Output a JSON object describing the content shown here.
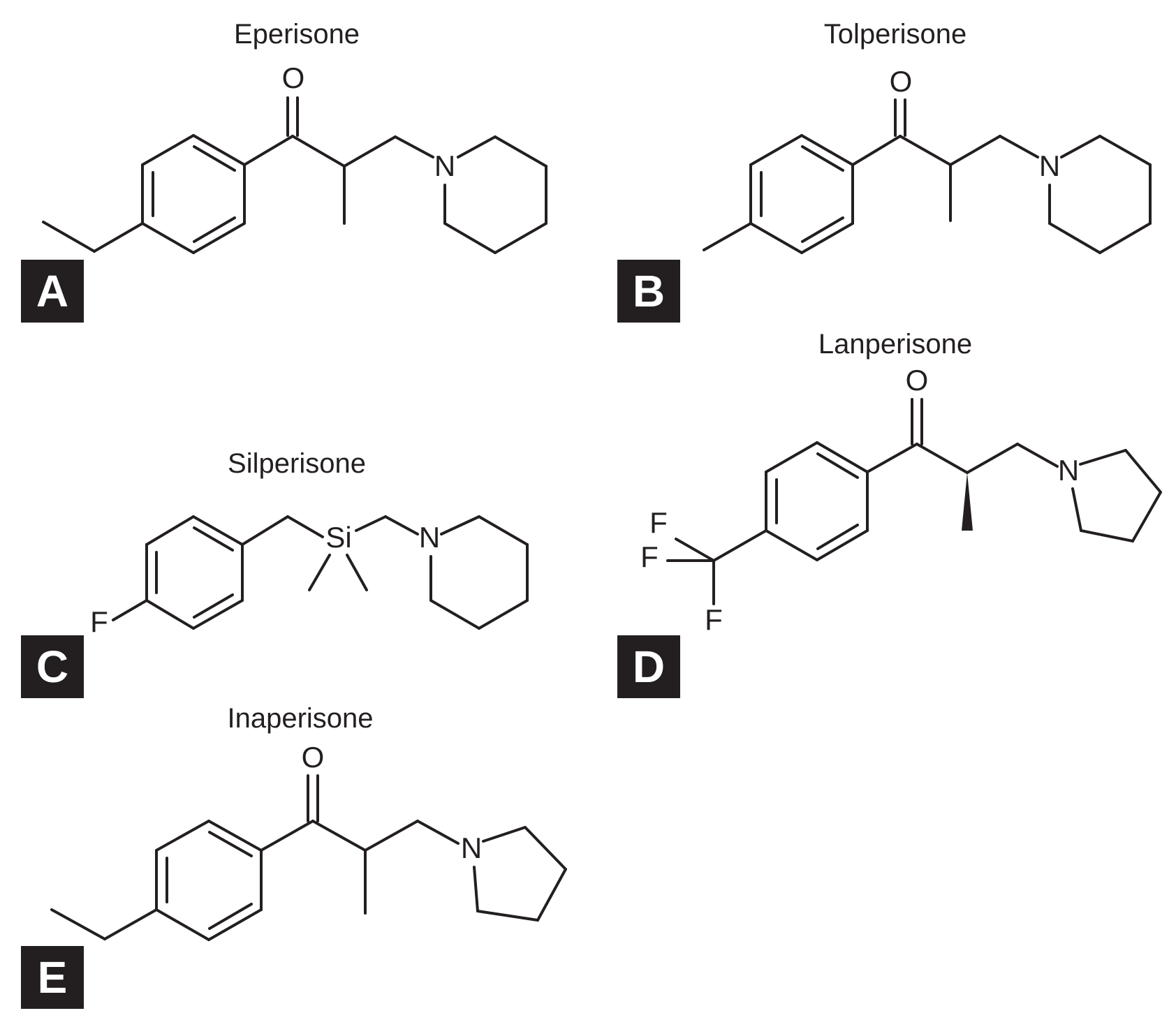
{
  "panels": [
    {
      "letter": "A",
      "name": "Eperisone",
      "atoms": {
        "O": "O",
        "N": "N"
      }
    },
    {
      "letter": "B",
      "name": "Tolperisone",
      "atoms": {
        "O": "O",
        "N": "N"
      }
    },
    {
      "letter": "C",
      "name": "Silperisone",
      "atoms": {
        "Si": "Si",
        "N": "N",
        "F": "F"
      }
    },
    {
      "letter": "D",
      "name": "Lanperisone",
      "atoms": {
        "O": "O",
        "N": "N",
        "F1": "F",
        "F2": "F",
        "F3": "F"
      }
    },
    {
      "letter": "E",
      "name": "Inaperisone",
      "atoms": {
        "O": "O",
        "N": "N"
      }
    }
  ]
}
